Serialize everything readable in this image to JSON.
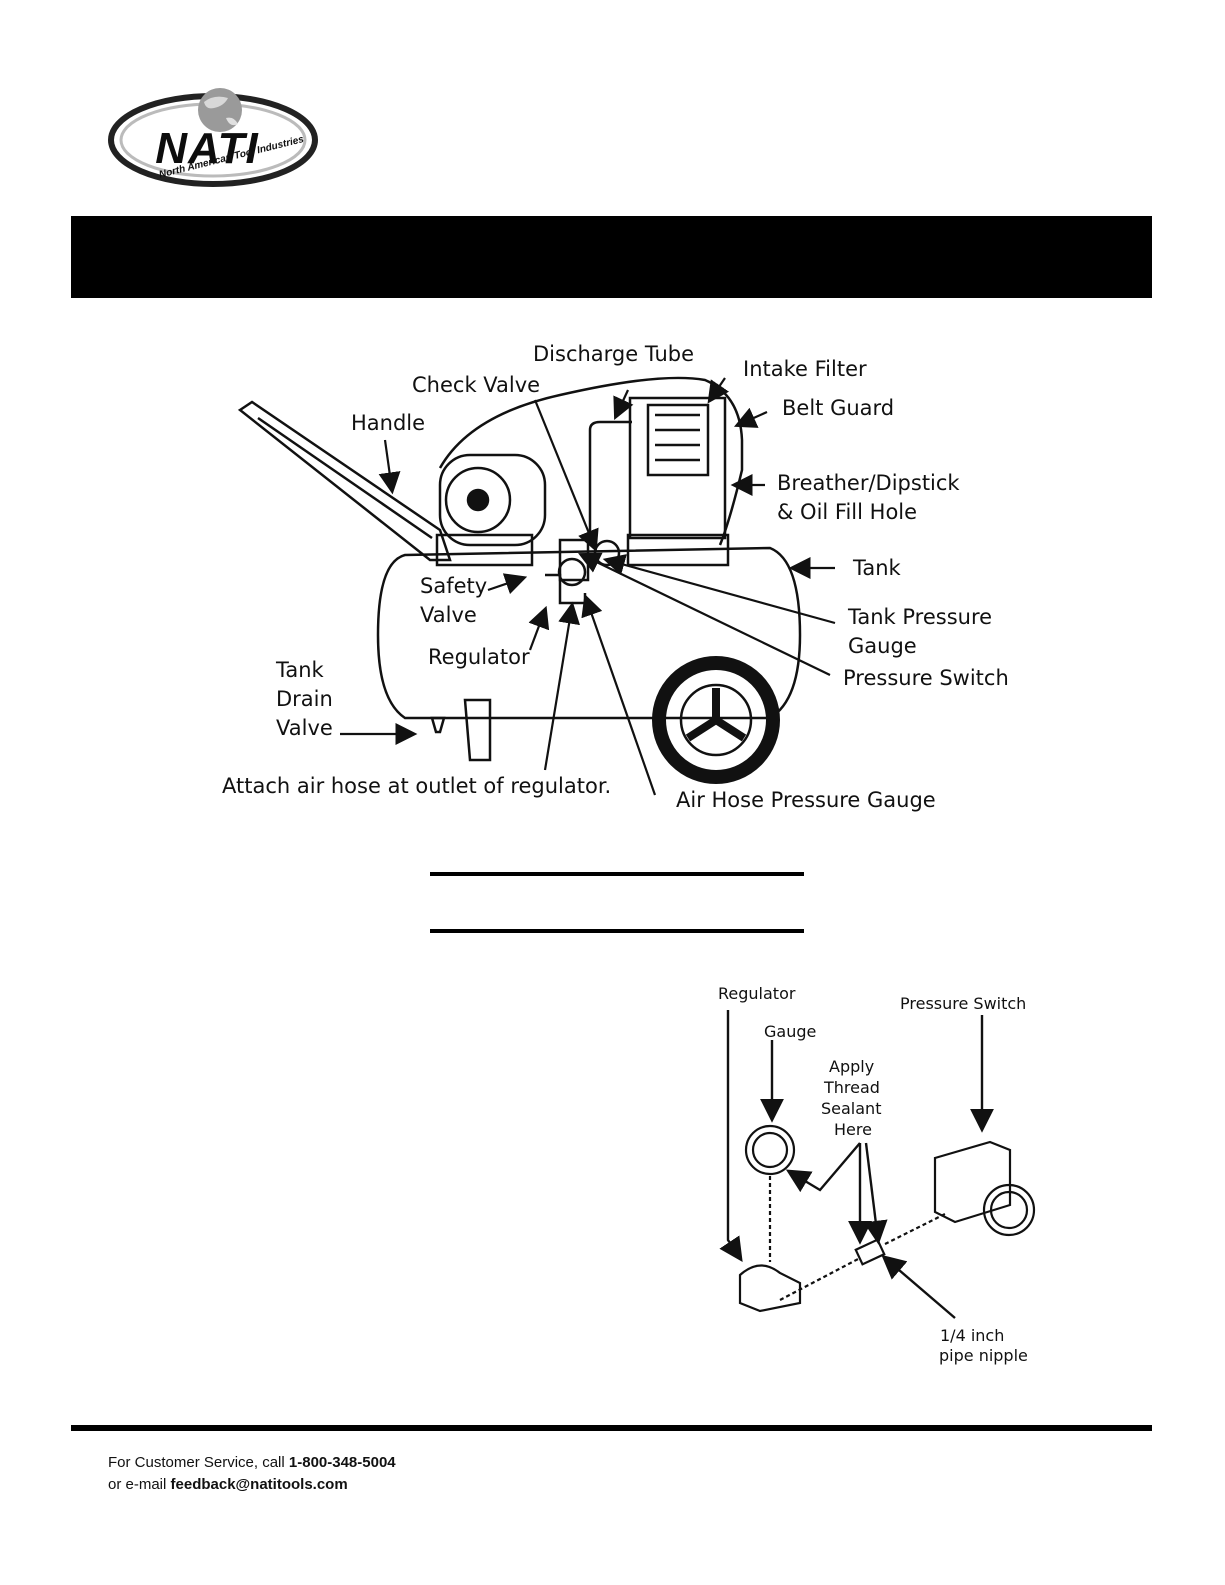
{
  "logo": {
    "name": "NATI",
    "tagline": "North American Tool Industries"
  },
  "diagram1": {
    "labels": {
      "discharge_tube": "Discharge Tube",
      "intake_filter": "Intake Filter",
      "check_valve": "Check Valve",
      "belt_guard": "Belt Guard",
      "handle": "Handle",
      "breather_1": "Breather/Dipstick",
      "breather_2": "& Oil Fill Hole",
      "tank": "Tank",
      "safety_1": "Safety",
      "safety_2": "Valve",
      "tank_pressure_1": "Tank Pressure",
      "tank_pressure_2": "Gauge",
      "regulator": "Regulator",
      "pressure_switch": "Pressure Switch",
      "drain_1": "Tank",
      "drain_2": "Drain",
      "drain_3": "Valve",
      "attach_hose": "Attach air hose at outlet of regulator.",
      "air_hose_gauge": "Air Hose Pressure Gauge"
    }
  },
  "diagram2": {
    "labels": {
      "regulator": "Regulator",
      "gauge": "Gauge",
      "pressure_switch": "Pressure Switch",
      "sealant_1": "Apply",
      "sealant_2": "Thread",
      "sealant_3": "Sealant",
      "sealant_4": "Here",
      "nipple_1": "1/4 inch",
      "nipple_2": "pipe nipple"
    }
  },
  "footer": {
    "line1_prefix": "For Customer Service, call ",
    "phone": "1-800-348-5004",
    "line2_prefix": "or e-mail ",
    "email": "feedback@natitools.com"
  }
}
